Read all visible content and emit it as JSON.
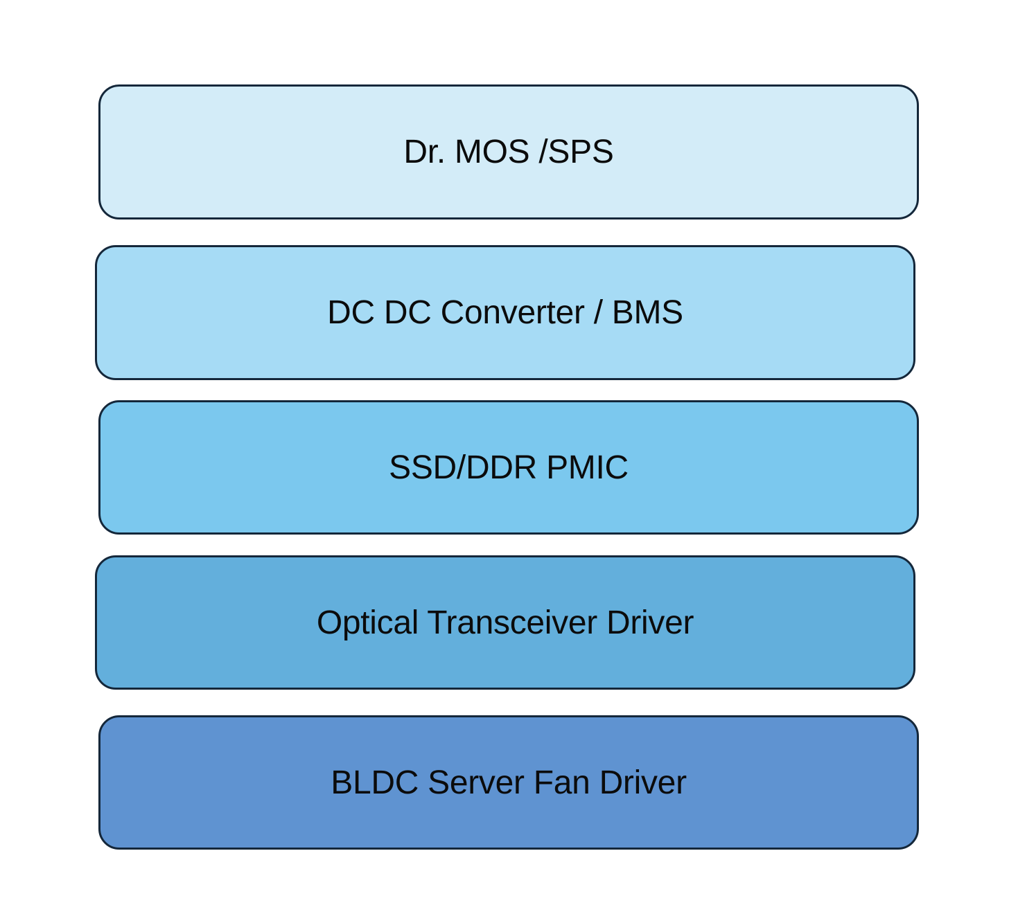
{
  "layers": [
    {
      "label": "Dr. MOS /SPS",
      "color": "#d3ecf8"
    },
    {
      "label": "DC DC Converter / BMS",
      "color": "#a6dbf5"
    },
    {
      "label": "SSD/DDR PMIC",
      "color": "#7bc8ee"
    },
    {
      "label": "Optical Transceiver Driver",
      "color": "#63afdc"
    },
    {
      "label": "BLDC Server Fan Driver",
      "color": "#5f93d1"
    }
  ]
}
